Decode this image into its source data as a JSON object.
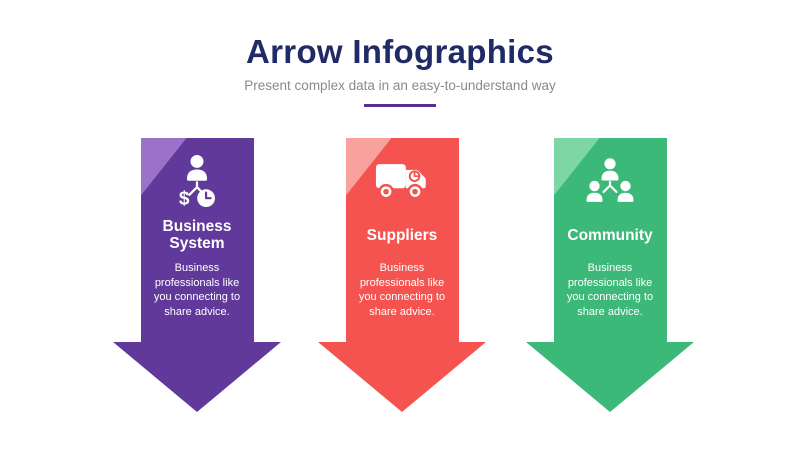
{
  "slide": {
    "title": "Arrow Infographics",
    "subtitle": "Present complex data in an easy-to-understand way",
    "colors": {
      "title": "#202B66",
      "subtitle": "#8A8A8A",
      "underline_accent": "#5C2D91",
      "background": "#FFFFFF"
    }
  },
  "arrows": [
    {
      "title": "Business System",
      "body": "Business professionals like you connecting to share advice.",
      "icon": "business-system-icon",
      "icon_dollar_glyph": "$",
      "color": "#61399B",
      "corner_color": "#9C71C9"
    },
    {
      "title": "Suppliers",
      "body": "Business professionals like you connecting to share advice.",
      "icon": "delivery-truck-icon",
      "color": "#F4534F",
      "corner_color": "#F9A29D"
    },
    {
      "title": "Community",
      "body": "Business professionals like you connecting to share advice.",
      "icon": "community-icon",
      "color": "#3CB878",
      "corner_color": "#7CD7A4"
    }
  ]
}
